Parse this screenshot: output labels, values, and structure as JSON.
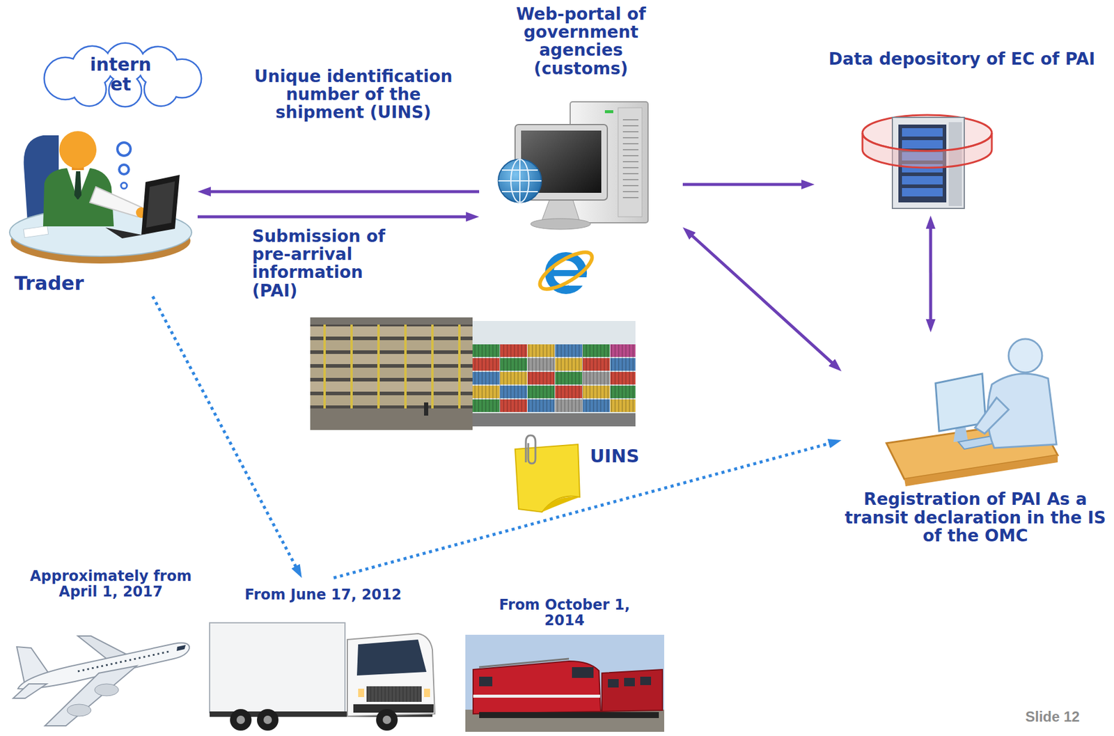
{
  "diagram": {
    "nodes": [
      {
        "text": [
          "intern et"
        ]
      },
      {
        "text": [
          "Trader"
        ]
      },
      {
        "text": [
          "Web-portal of government agencies (customs)"
        ]
      },
      {
        "text": [
          "Data depository of EC of PAI"
        ]
      },
      {
        "text": [
          "Registration of PAI As a transit declaration in the IS of the OMC"
        ]
      },
      {
        "text": [
          "Approximately from April 1, 2017"
        ]
      },
      {
        "text": [
          "From June 17, 2012"
        ]
      },
      {
        "text": [
          "From October 1, 2014"
        ]
      }
    ],
    "edges": [
      {
        "from": 2,
        "to": 1,
        "arrow": "to",
        "label": "Unique identification number of the shipment (UINS)"
      },
      {
        "from": 1,
        "to": 2,
        "arrow": "to",
        "label": "Submission of pre-arrival information (PAI)"
      },
      {
        "from": 2,
        "to": 3,
        "arrow": "to"
      },
      {
        "from": 2,
        "to": 4,
        "arrow": "both"
      },
      {
        "from": 3,
        "to": 4,
        "arrow": "both"
      },
      {
        "from": 1,
        "to": 6,
        "arrow": "to"
      },
      {
        "from": 6,
        "to": 4,
        "arrow": "to"
      }
    ],
    "labels": [
      "UINS",
      "Slide 12"
    ]
  }
}
